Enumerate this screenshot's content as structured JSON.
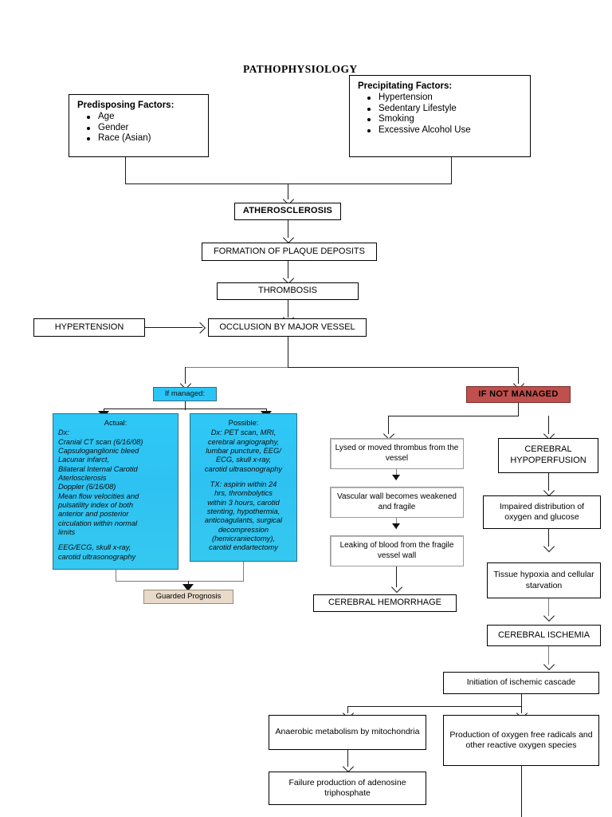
{
  "document": {
    "title": "PATHOPHYSIOLOGY"
  },
  "predisposing": {
    "header": "Predisposing Factors:",
    "items": [
      "Age",
      "Gender",
      "Race (Asian)"
    ]
  },
  "precipitating": {
    "header": "Precipitating Factors:",
    "items": [
      "Hypertension",
      "Sedentary Lifestyle",
      "Smoking",
      "Excessive Alcohol Use"
    ]
  },
  "flow": {
    "atherosclerosis": "ATHEROSCLEROSIS",
    "plaque": "FORMATION OF PLAQUE DEPOSITS",
    "thrombosis": "THROMBOSIS",
    "hypertension": "HYPERTENSION",
    "occlusion": "OCCLUSION BY MAJOR VESSEL"
  },
  "branches": {
    "if_managed": "If managed:",
    "if_not_managed": "IF NOT MANAGED"
  },
  "managed": {
    "actual": {
      "title": "Actual:",
      "lines": [
        "Dx:",
        "Cranial CT scan (6/16/08)",
        "Capsuloganglionic bleed",
        "Lacunar infarct,",
        "Bilateral Internal Carotid",
        "Aterlosclerosis",
        "Doppler (6/16/08)",
        "Mean flow velocities and",
        "pulsatility index of both",
        "anterior and posterior",
        "circulation within normal",
        "limits"
      ],
      "lines2": [
        "EEG/ECG, skull x-ray,",
        "carotid ultrasonography"
      ]
    },
    "possible": {
      "title": "Possible:",
      "lines": [
        "Dx: PET scan, MRI,",
        "cerebral angiography,",
        "lumbar puncture, EEG/",
        "ECG, skull x-ray,",
        "carotid ultrasonography"
      ],
      "lines2": [
        "TX: aspirin within 24",
        "hrs, thrombolytics",
        "within 3 hours, carotid",
        "stenting, hypothermia,",
        "anticoagulants, surgical",
        "decompression",
        "(hemicraniectomy),",
        "carotid endartectomy"
      ]
    },
    "prognosis": "Guarded Prognosis"
  },
  "hemorrhage_path": {
    "step1": "Lysed or moved thrombus from the vessel",
    "step2": "Vascular wall becomes weakened and fragile",
    "step3": "Leaking of blood from the fragile vessel wall",
    "outcome": "CEREBRAL HEMORRHAGE"
  },
  "ischemia_path": {
    "step1": "CEREBRAL HYPOPERFUSION",
    "step2": "Impaired distribution of oxygen and glucose",
    "step3": "Tissue hypoxia and cellular starvation",
    "step4": "CEREBRAL ISCHEMIA",
    "step5": "Initiation of ischemic cascade",
    "step6a": "Anaerobic metabolism by mitochondria",
    "step6b": "Production of oxygen free radicals and other reactive oxygen species",
    "step7a": "Failure production of adenosine triphosphate"
  },
  "colors": {
    "cyan": "#29c5f6",
    "red": "#c0504d",
    "tan": "#e8d9c8",
    "line": "#1a1a1a",
    "panel_blue": "#2ec8f7"
  }
}
